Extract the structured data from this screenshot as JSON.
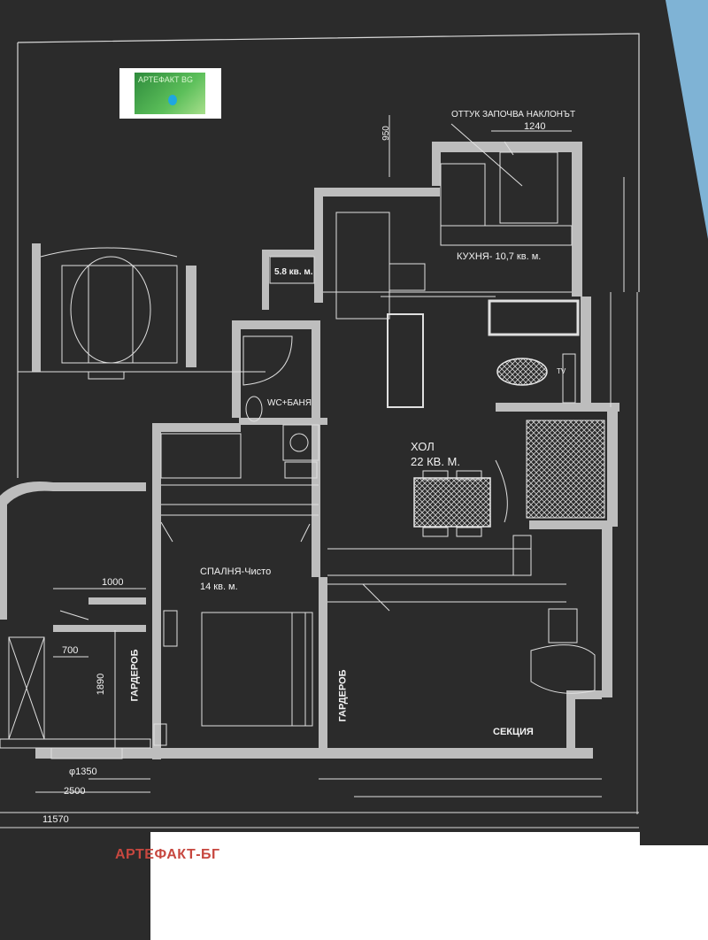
{
  "photo": {
    "logo": {
      "text": "АРТЕФАКТ BG",
      "colors": [
        "#2e8b3c",
        "#5cbf5a",
        "#1fa7e0"
      ]
    },
    "watermark": "АРТЕФАКТ-БГ",
    "slope_note": "ОТТУК ЗАПОЧВА НАКЛОНЪТ",
    "rooms": {
      "kitchen": "КУХНЯ- 10,7 кв. м.",
      "small_room": "5.8 кв. м.",
      "wc": "WC+БАНЯ",
      "hall_title": "ХОЛ",
      "hall_area": "22 КВ. М.",
      "bedroom_title": "СПАЛНЯ-Чисто",
      "bedroom_area": "14 кв. м.",
      "wardrobe_left": "ГАРДЕРОБ",
      "wardrobe_mid": "ГАРДЕРОБ",
      "section": "СЕКЦИЯ",
      "tv": "TV"
    },
    "dimensions": {
      "d950": "950",
      "d1240": "1240",
      "d1000": "1000",
      "d700": "700",
      "d1890": "1890",
      "d1350": "φ1350",
      "d2500": "2500",
      "d11570": "11570"
    },
    "colors": {
      "paper": "#2b2b2b",
      "line": "#e8e8e8",
      "wall": "#bdbdbd",
      "background": "#7fb3d5"
    }
  }
}
